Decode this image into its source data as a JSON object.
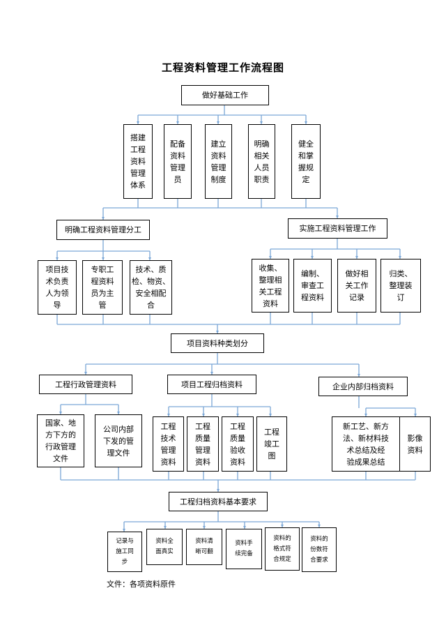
{
  "title": "工程资料管理工作流程图",
  "root": "做好基础工作",
  "foundation": [
    "搭建\n工程\n资料\n管理\n体系",
    "配备\n资料\n管理\n员",
    "建立\n资料\n管理\n制度",
    "明确\n相关\n人员\n职责",
    "健全\n和掌\n握规\n定"
  ],
  "left_branch": {
    "title": "明确工程资料管理分工",
    "items": [
      "项目技\n术负责\n人为领\n导",
      "专职工\n程资料\n员为主\n管",
      "技术、质\n检、物资、\n安全相配\n合"
    ]
  },
  "right_branch": {
    "title": "实施工程资料管理工作",
    "items": [
      "收集、\n整理相\n关工程\n资料",
      "编制、\n审查工\n程资料",
      "做好相\n关工作\n记录",
      "归类、\n整理装\n订"
    ]
  },
  "classification": "项目资料种类划分",
  "categories": {
    "admin": {
      "title": "工程行政管理资料",
      "items": [
        "国家、地\n方下方的\n行政管理\n文件",
        "公司内部\n下发的管\n理文件"
      ]
    },
    "archive": {
      "title": "项目工程归档资料",
      "items": [
        "工程\n技术\n管理\n资料",
        "工程\n质量\n管理\n资料",
        "工程\n质量\n验收\n资料",
        "工程\n竣工\n图"
      ]
    },
    "internal": {
      "title": "企业内部归档资料",
      "items": [
        "新工艺、新方\n法、新材料技\n术总结及经\n验成果总结",
        "影像\n资料"
      ]
    }
  },
  "requirements": {
    "title": "工程归档资料基本要求",
    "items": [
      "记录与\n施工同\n步",
      "资料全\n面真实",
      "资料清\n晰可翻",
      "资料手\n续完备",
      "资料的\n格式符\n合规定",
      "资料的\n份数符\n合要求"
    ]
  },
  "footer": "文件：各项资料原件",
  "colors": {
    "connector": "#7aa6d6",
    "border": "#000000"
  }
}
